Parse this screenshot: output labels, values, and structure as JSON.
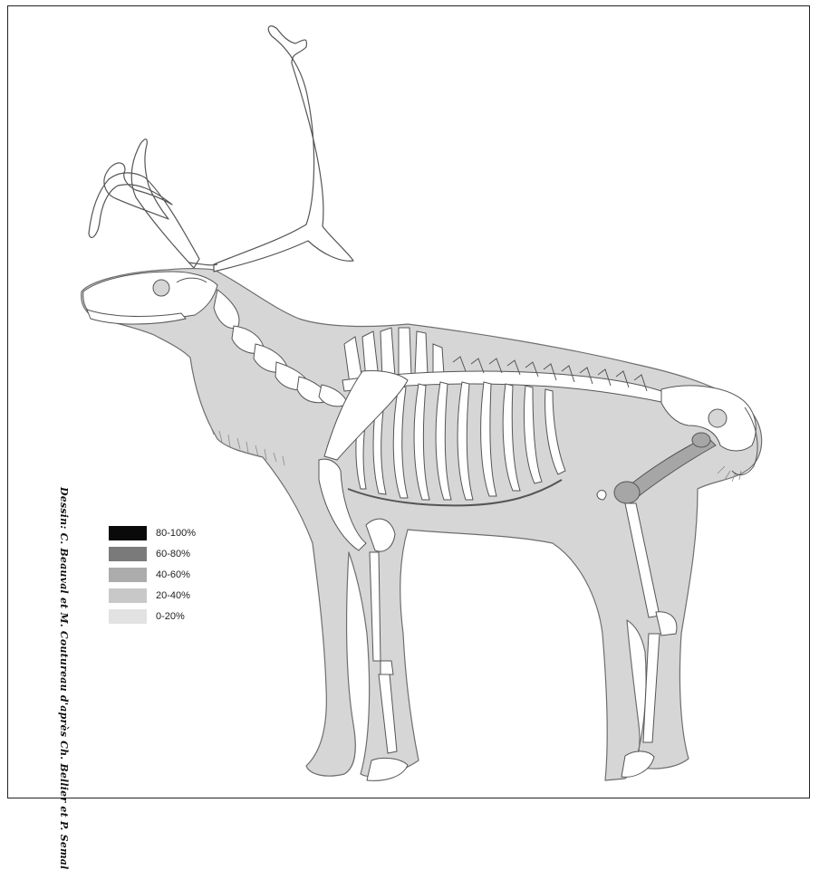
{
  "credit": "Dessin: C. Beauval et M. Coutureau d'après Ch. Bellier et P. Semal",
  "legend": [
    {
      "label": "80-100%",
      "color": "#0a0a0a"
    },
    {
      "label": "60-80%",
      "color": "#7a7a7a"
    },
    {
      "label": "40-60%",
      "color": "#acacac"
    },
    {
      "label": "20-40%",
      "color": "#c8c8c8"
    },
    {
      "label": "0-20%",
      "color": "#e2e2e2"
    }
  ],
  "colors": {
    "body_fill": "#d6d6d6",
    "outline": "#6e6e6e",
    "bone_fill": "#ffffff",
    "femur_fill": "#a6a6a6"
  }
}
